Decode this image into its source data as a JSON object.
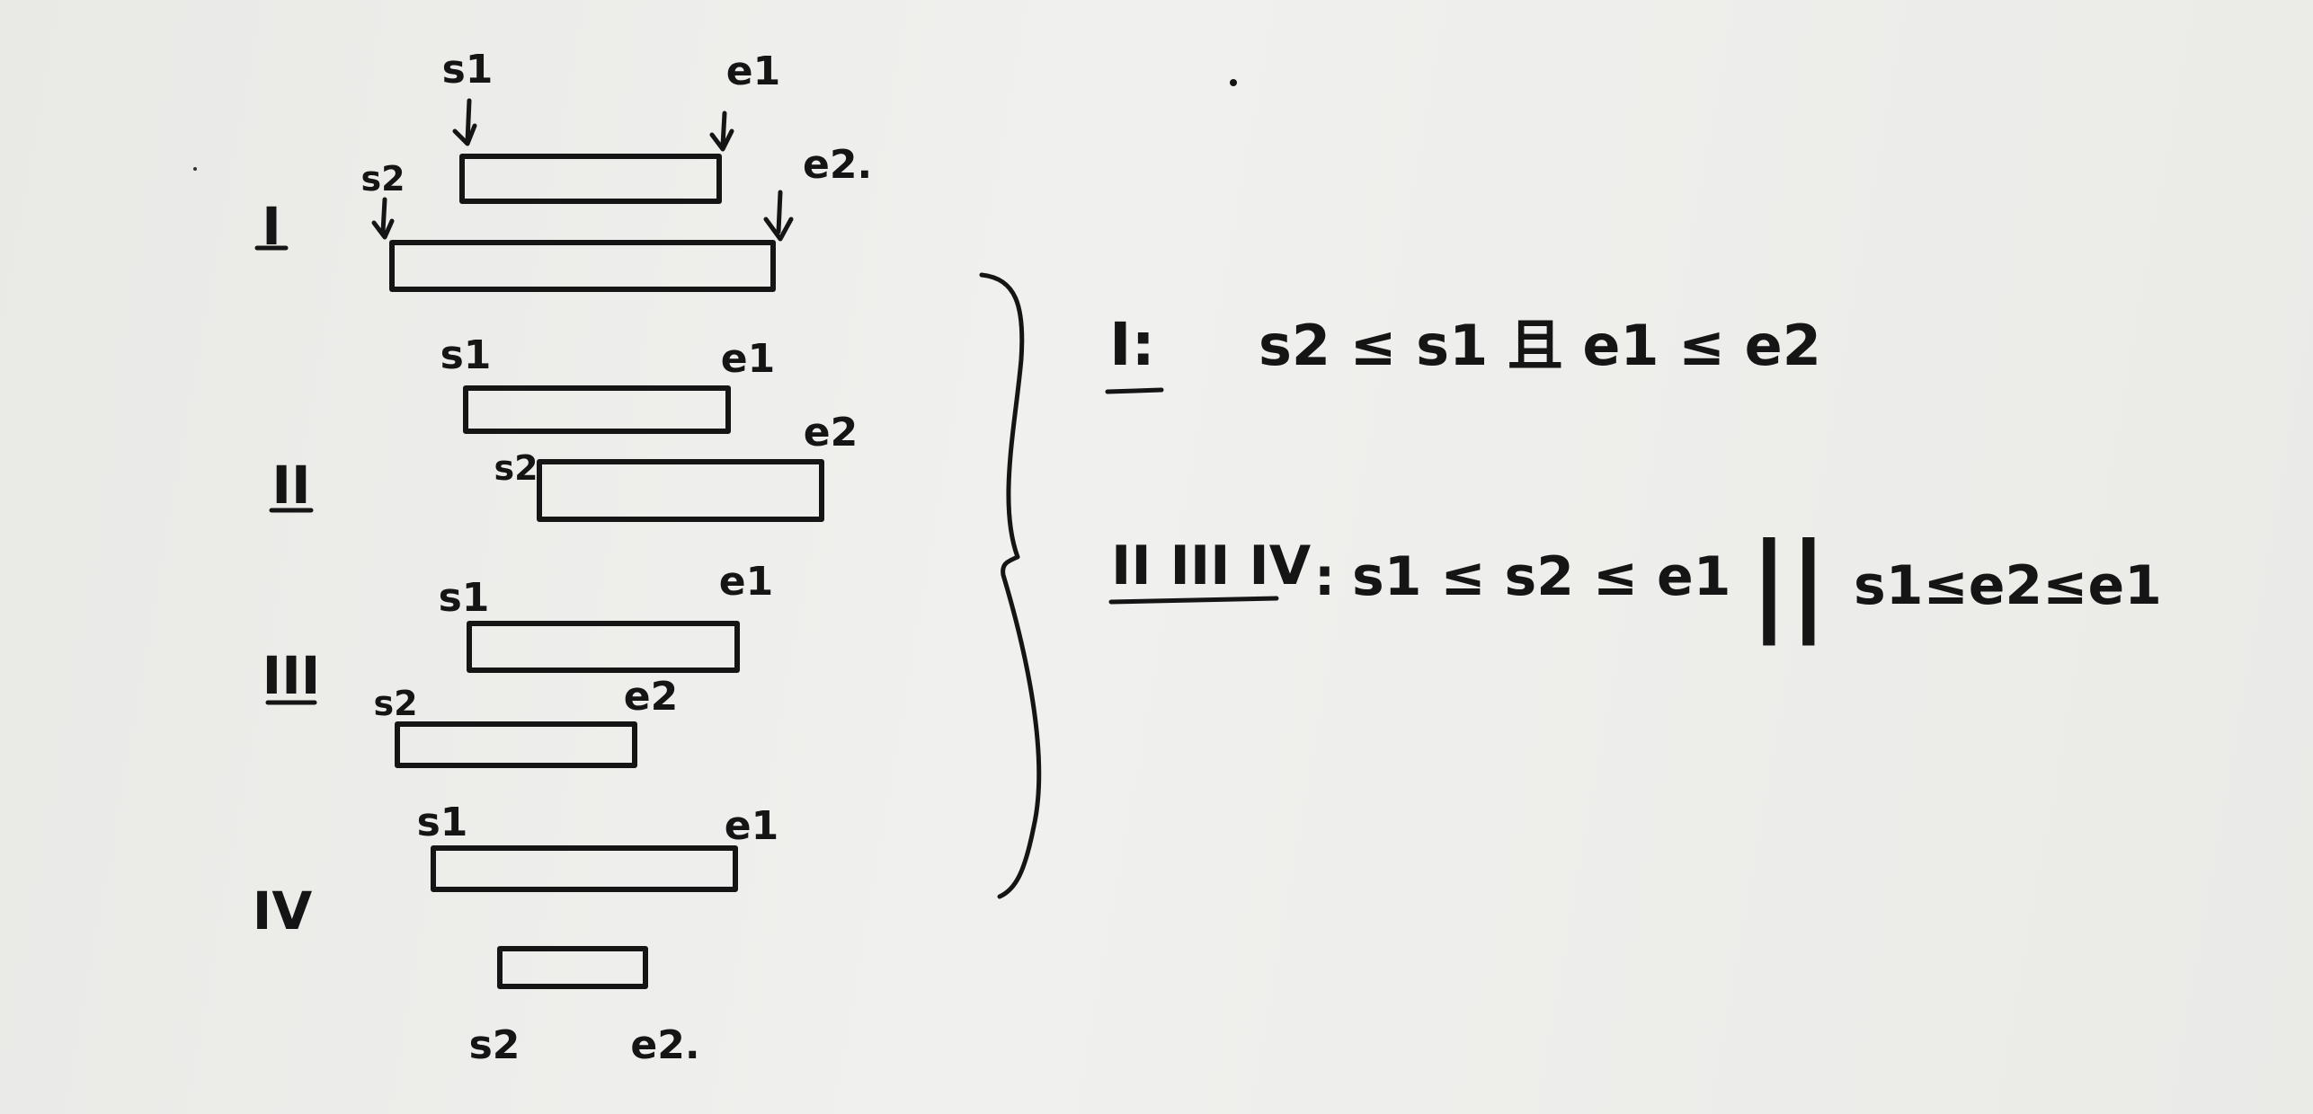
{
  "intervals": {
    "case1": {
      "numeral": "I",
      "top": {
        "start": "s1",
        "end": "e1"
      },
      "bottom": {
        "start": "s2",
        "end": "e2."
      }
    },
    "case2": {
      "numeral": "II",
      "top": {
        "start": "s1",
        "end": "e1"
      },
      "bottom": {
        "start": "s2",
        "end": "e2"
      }
    },
    "case3": {
      "numeral": "III",
      "top": {
        "start": "s1",
        "end": "e1"
      },
      "bottom": {
        "start": "s2",
        "end": "e2"
      }
    },
    "case4": {
      "numeral": "IV",
      "top": {
        "start": "s1",
        "end": "e1"
      },
      "bottom": {
        "start": "s2",
        "end": "e2."
      }
    }
  },
  "conditions": {
    "case1": {
      "label": "I:",
      "expr": "s2 ≤ s1 且 e1 ≤ e2"
    },
    "others": {
      "label": "II III IV",
      "sep": ":",
      "expr_a": "s1 ≤ s2 ≤ e1",
      "or": "||",
      "expr_b": "s1≤e2≤e1"
    }
  }
}
